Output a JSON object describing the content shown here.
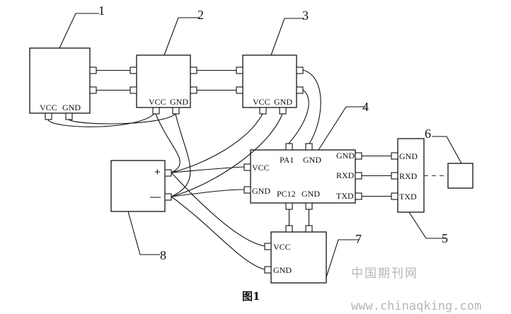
{
  "blocks": {
    "b1": {
      "number": "1",
      "vcc": "VCC",
      "gnd": "GND"
    },
    "b2": {
      "number": "2",
      "vcc": "VCC",
      "gnd": "GND"
    },
    "b3": {
      "number": "3",
      "vcc": "VCC",
      "gnd": "GND"
    },
    "b4": {
      "number": "4",
      "pa1": "PA1",
      "gnd_top": "GND",
      "vcc": "VCC",
      "gnd_left": "GND",
      "pc12": "PC12",
      "gnd_bottom": "GND",
      "gnd_right": "GND",
      "rxd": "RXD",
      "txd": "TXD"
    },
    "b5": {
      "number": "5",
      "gnd": "GND",
      "rxd": "RXD",
      "txd": "TXD"
    },
    "b6": {
      "number": "6"
    },
    "b7": {
      "number": "7",
      "vcc": "VCC",
      "gnd": "GND"
    },
    "b8": {
      "number": "8",
      "plus": "+",
      "minus": "—"
    }
  },
  "caption": "图1",
  "watermark": {
    "cn": "中国期刊网",
    "url": "www.chinaqking.com"
  }
}
